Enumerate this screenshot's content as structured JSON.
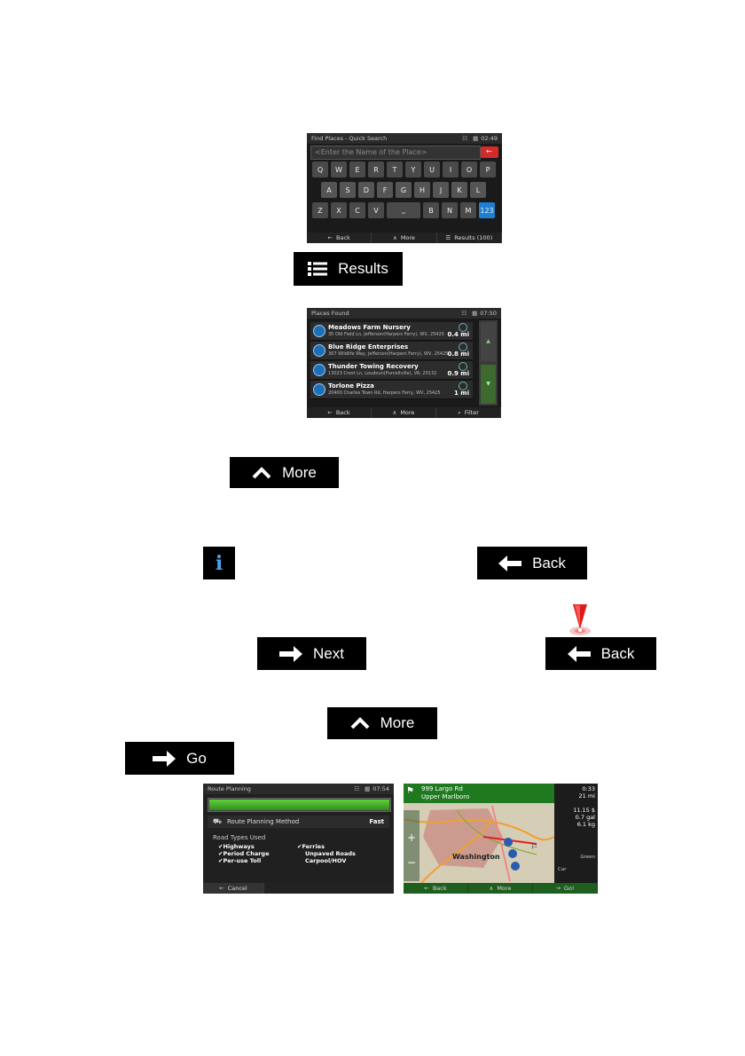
{
  "quick_search": {
    "title": "Find Places - Quick Search",
    "time": "02:49",
    "placeholder": "<Enter the Name of the Place>",
    "rows": [
      [
        "Q",
        "W",
        "E",
        "R",
        "T",
        "Y",
        "U",
        "I",
        "O",
        "P"
      ],
      [
        "A",
        "S",
        "D",
        "F",
        "G",
        "H",
        "J",
        "K",
        "L"
      ],
      [
        "Z",
        "X",
        "C",
        "V",
        "⎵",
        "B",
        "N",
        "M",
        "123"
      ]
    ],
    "back": "Back",
    "more": "More",
    "results": "Results (100)"
  },
  "results_button": {
    "label": "Results"
  },
  "places_found": {
    "title": "Places Found",
    "time": "07:50",
    "items": [
      {
        "name": "Meadows Farm Nursery",
        "address": "35 Old Field Ln, Jefferson(Harpers Ferry), WV, 25425",
        "distance": "0.4 mi"
      },
      {
        "name": "Blue Ridge Enterprises",
        "address": "307 Wildlife Way, Jefferson(Harpers Ferry), WV, 25425",
        "distance": "0.8 mi"
      },
      {
        "name": "Thunder Towing Recovery",
        "address": "13023 Crest Ln, Loudoun(Purcellville), VA, 20132",
        "distance": "0.9 mi"
      },
      {
        "name": "Torlone Pizza",
        "address": "20400 Charles Town Rd, Harpers Ferry, WV, 25425",
        "distance": "1 mi"
      }
    ],
    "back": "Back",
    "more": "More",
    "filter": "Filter"
  },
  "more_button": {
    "label": "More"
  },
  "back_button": {
    "label": "Back"
  },
  "next_button": {
    "label": "Next"
  },
  "back_button_2": {
    "label": "Back"
  },
  "more_button_2": {
    "label": "More"
  },
  "go_button": {
    "label": "Go"
  },
  "route_planning": {
    "title": "Route Planning",
    "time": "07:54",
    "method_label": "Route Planning Method",
    "method_value": "Fast",
    "types_label": "Road Types Used",
    "col1": [
      "✔Highways",
      "✔Period Charge",
      "✔Per-use Toll"
    ],
    "col2": [
      "✔Ferries",
      "Unpaved Roads",
      "Carpool/HOV"
    ],
    "cancel": "Cancel"
  },
  "map_screen": {
    "dest_line1": "999 Largo Rd",
    "dest_line2": "Upper Marlboro",
    "stats": [
      "0:33",
      "21 mi",
      "11.15 $",
      "0.7 gal",
      "6.1 kg"
    ],
    "city": "Washington",
    "green_label": "Green",
    "car_label": "Car",
    "back": "Back",
    "more": "More",
    "go": "Go!"
  }
}
